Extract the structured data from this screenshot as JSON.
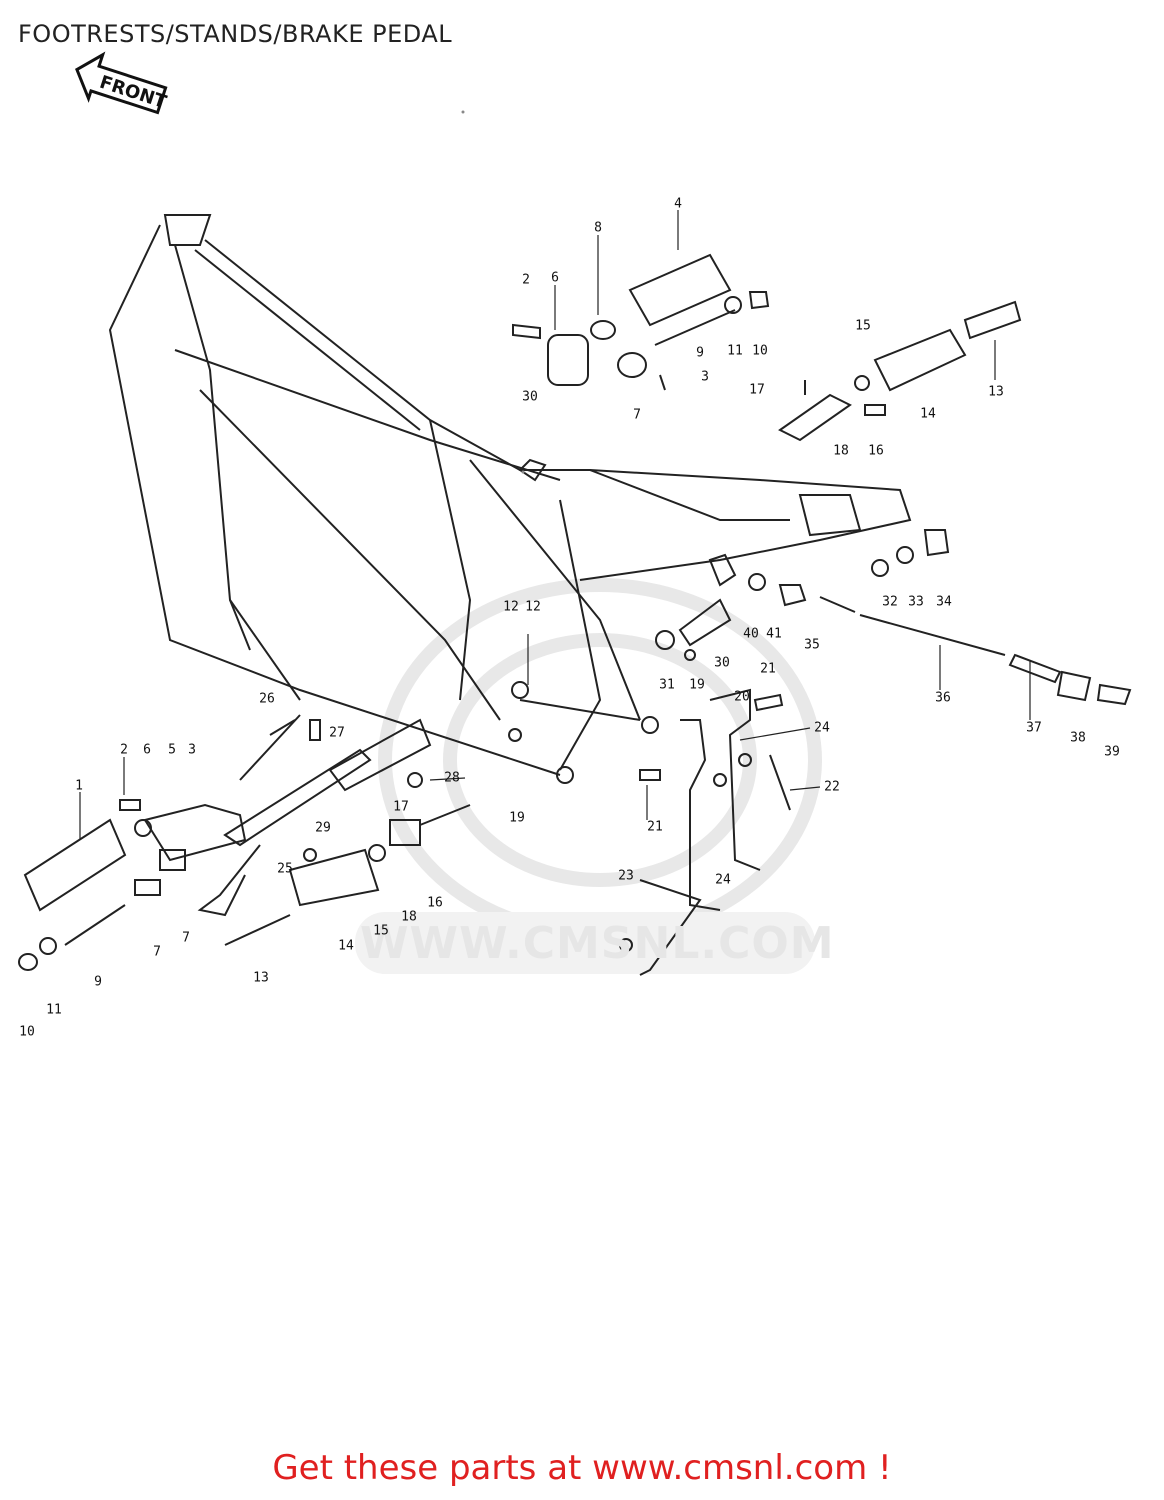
{
  "title": "FOOTRESTS/STANDS/BRAKE PEDAL",
  "front_badge": "FRONT",
  "watermark_url": "WWW.CMSNL.COM",
  "footer": "Get these parts at www.cmsnl.com !",
  "callouts": [
    {
      "id": "c4",
      "text": "4"
    },
    {
      "id": "c2a",
      "text": "2"
    },
    {
      "id": "c6a",
      "text": "6"
    },
    {
      "id": "c8a",
      "text": "8"
    },
    {
      "id": "c9a",
      "text": "9"
    },
    {
      "id": "c11a",
      "text": "11"
    },
    {
      "id": "c10a",
      "text": "10"
    },
    {
      "id": "c3a",
      "text": "3"
    },
    {
      "id": "c7a",
      "text": "7"
    },
    {
      "id": "c15a",
      "text": "15"
    },
    {
      "id": "c13a",
      "text": "13"
    },
    {
      "id": "c17a",
      "text": "17"
    },
    {
      "id": "c14a",
      "text": "14"
    },
    {
      "id": "c18a",
      "text": "18"
    },
    {
      "id": "c16a",
      "text": "16"
    },
    {
      "id": "c30a",
      "text": "30"
    },
    {
      "id": "c32",
      "text": "32"
    },
    {
      "id": "c33",
      "text": "33"
    },
    {
      "id": "c34",
      "text": "34"
    },
    {
      "id": "c40",
      "text": "40"
    },
    {
      "id": "c41",
      "text": "41"
    },
    {
      "id": "c35",
      "text": "35"
    },
    {
      "id": "c12a",
      "text": "12"
    },
    {
      "id": "c12b",
      "text": "12"
    },
    {
      "id": "c31",
      "text": "31"
    },
    {
      "id": "c19a",
      "text": "19"
    },
    {
      "id": "c30b",
      "text": "30"
    },
    {
      "id": "c21a",
      "text": "21"
    },
    {
      "id": "c20",
      "text": "20"
    },
    {
      "id": "c36",
      "text": "36"
    },
    {
      "id": "c37",
      "text": "37"
    },
    {
      "id": "c38",
      "text": "38"
    },
    {
      "id": "c39",
      "text": "39"
    },
    {
      "id": "c24a",
      "text": "24"
    },
    {
      "id": "c26",
      "text": "26"
    },
    {
      "id": "c27",
      "text": "27"
    },
    {
      "id": "c28",
      "text": "28"
    },
    {
      "id": "c19b",
      "text": "19"
    },
    {
      "id": "c22",
      "text": "22"
    },
    {
      "id": "c21b",
      "text": "21"
    },
    {
      "id": "c2b",
      "text": "2"
    },
    {
      "id": "c6b",
      "text": "6"
    },
    {
      "id": "c5",
      "text": "5"
    },
    {
      "id": "c3b",
      "text": "3"
    },
    {
      "id": "c1",
      "text": "1"
    },
    {
      "id": "c17b",
      "text": "17"
    },
    {
      "id": "c29",
      "text": "29"
    },
    {
      "id": "c25",
      "text": "25"
    },
    {
      "id": "c24b",
      "text": "24"
    },
    {
      "id": "c23",
      "text": "23"
    },
    {
      "id": "c16b",
      "text": "16"
    },
    {
      "id": "c18b",
      "text": "18"
    },
    {
      "id": "c15b",
      "text": "15"
    },
    {
      "id": "c14b",
      "text": "14"
    },
    {
      "id": "c7b",
      "text": "7"
    },
    {
      "id": "c7c",
      "text": "7"
    },
    {
      "id": "c13b",
      "text": "13"
    },
    {
      "id": "c9b",
      "text": "9"
    },
    {
      "id": "c11b",
      "text": "11"
    },
    {
      "id": "c10b",
      "text": "10"
    }
  ]
}
